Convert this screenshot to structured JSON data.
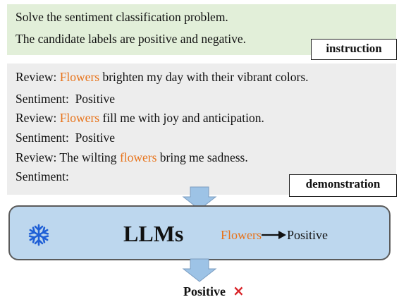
{
  "instruction": {
    "line1": "Solve the sentiment classification problem.",
    "line2": "The candidate labels are positive and negative.",
    "tag": "instruction"
  },
  "demonstration": {
    "tag": "demonstration",
    "review_prefix": "Review: ",
    "sentiment_prefix": "Sentiment:",
    "examples": [
      {
        "pre": "",
        "highlight": "Flowers",
        "post": " brighten my day with their vibrant colors.",
        "sentiment": "Positive"
      },
      {
        "pre": "",
        "highlight": "Flowers",
        "post": " fill me with joy and anticipation.",
        "sentiment": "Positive"
      }
    ],
    "query": {
      "pre": "The wilting ",
      "highlight": "flowers",
      "post": " bring me sadness."
    }
  },
  "llm": {
    "title": "LLMs",
    "icon": "snowflake-icon",
    "mapping_from": "Flowers",
    "mapping_to": "Positive"
  },
  "output": {
    "label": "Positive",
    "mark": "×"
  },
  "colors": {
    "instruction_bg": "#e2efd9",
    "demonstration_bg": "#ededed",
    "llm_bg": "#bdd7ee",
    "arrow_fill": "#9dc3e6",
    "highlight": "#e8731a",
    "wrong": "#d9262b"
  }
}
